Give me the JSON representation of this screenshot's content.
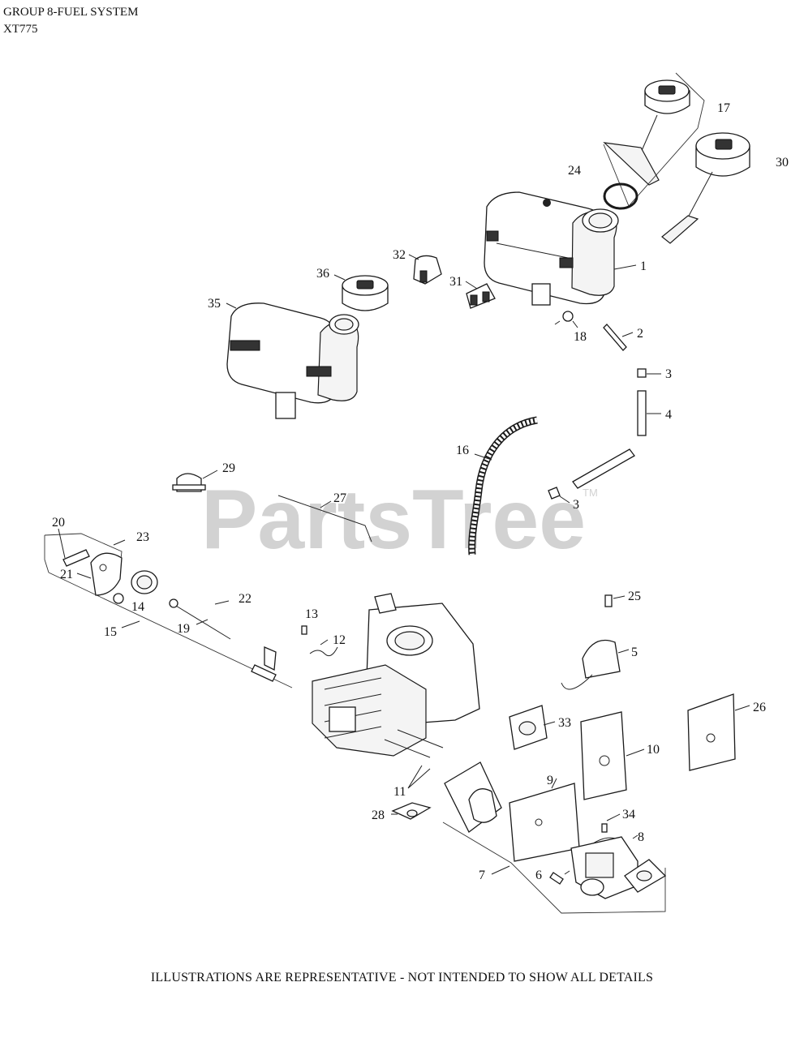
{
  "header": {
    "line1": "GROUP 8-FUEL SYSTEM",
    "line2": "XT775"
  },
  "watermark": {
    "text": "PartsTree",
    "tm": "TM",
    "color": "#d2d2d2"
  },
  "footer": {
    "note": "ILLUSTRATIONS ARE REPRESENTATIVE - NOT INTENDED TO SHOW ALL DETAILS"
  },
  "callouts": {
    "c1": "1",
    "c2": "2",
    "c3a": "3",
    "c3b": "3",
    "c4": "4",
    "c5": "5",
    "c6": "6",
    "c7": "7",
    "c8": "8",
    "c9": "9",
    "c10": "10",
    "c11": "11",
    "c12": "12",
    "c13": "13",
    "c14": "14",
    "c15": "15",
    "c16": "16",
    "c17": "17",
    "c18": "18",
    "c19": "19",
    "c20": "20",
    "c21": "21",
    "c22": "22",
    "c23": "23",
    "c24": "24",
    "c25": "25",
    "c26": "26",
    "c27": "27",
    "c28": "28",
    "c29": "29",
    "c30": "30",
    "c31": "31",
    "c32": "32",
    "c33": "33",
    "c34": "34",
    "c35": "35",
    "c36": "36"
  }
}
